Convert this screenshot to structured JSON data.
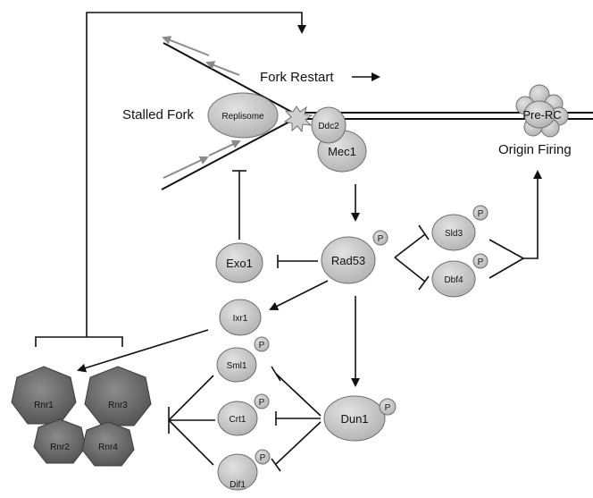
{
  "labels": {
    "fork_restart": "Fork Restart",
    "stalled_fork": "Stalled Fork",
    "origin_firing": "Origin Firing"
  },
  "nodes": {
    "replisome": "Replisome",
    "pre_rc": "Pre-RC",
    "ddc2": "Ddc2",
    "mec1": "Mec1",
    "rad53": "Rad53",
    "exo1": "Exo1",
    "sld3": "Sld3",
    "dbf4": "Dbf4",
    "ixr1": "Ixr1",
    "sml1": "Sml1",
    "crt1": "Crt1",
    "dif1": "Dif1",
    "dun1": "Dun1",
    "rnr1": "Rnr1",
    "rnr2": "Rnr2",
    "rnr3": "Rnr3",
    "rnr4": "Rnr4"
  },
  "phospho_label": "P",
  "colors": {
    "node_fill": "#c9c9c9",
    "node_stroke": "#6f6f6f",
    "rnr_fill": "#6f6f6f",
    "line": "#111111",
    "gray_arrow": "#8a8a8a"
  }
}
